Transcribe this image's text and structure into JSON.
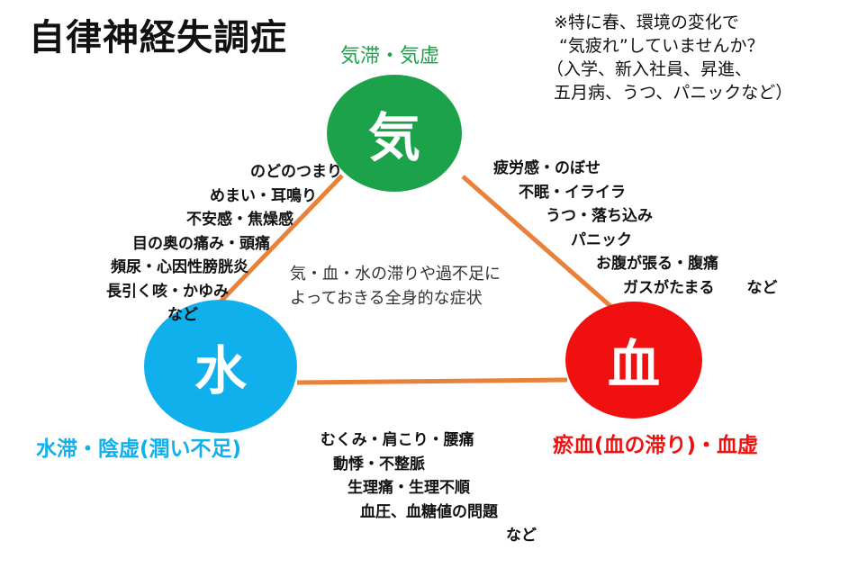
{
  "title": "自律神経失調症",
  "note": {
    "lines": [
      "※特に春、環境の変化で",
      "“気疲れ”していませんか？",
      "（入学、新入社員、昇進、",
      "五月病、うつ、パニックなど）"
    ]
  },
  "nodes": {
    "ki": {
      "label": "気",
      "caption": "気滞・気虚",
      "color": "#1ba24a"
    },
    "mizu": {
      "label": "水",
      "caption": "水滞・陰虚(潤い不足)",
      "color": "#0fb0ec"
    },
    "chi": {
      "label": "血",
      "caption": "瘀血(血の滞り)・血虚",
      "color": "#f01010"
    }
  },
  "line_color": "#e8823a",
  "center_text": [
    "気・血・水の滞りや過不足に",
    "よっておきる全身的な症状"
  ],
  "symptoms": {
    "ki_mizu": [
      "のどのつまり",
      "めまい・耳鳴り",
      "不安感・焦燥感",
      "目の奥の痛み・頭痛",
      "頻尿・心因性膀胱炎",
      "長引く咳・かゆみ",
      "など"
    ],
    "ki_chi": [
      "疲労感・のぼせ",
      "不眠・イライラ",
      "うつ・落ち込み",
      "パニック",
      "お腹が張る・腹痛",
      "ガスがたまる",
      "など"
    ],
    "mizu_chi": [
      "むくみ・肩こり・腰痛",
      "動悸・不整脈",
      "生理痛・生理不順",
      "血圧、血糖値の問題",
      "など"
    ]
  }
}
